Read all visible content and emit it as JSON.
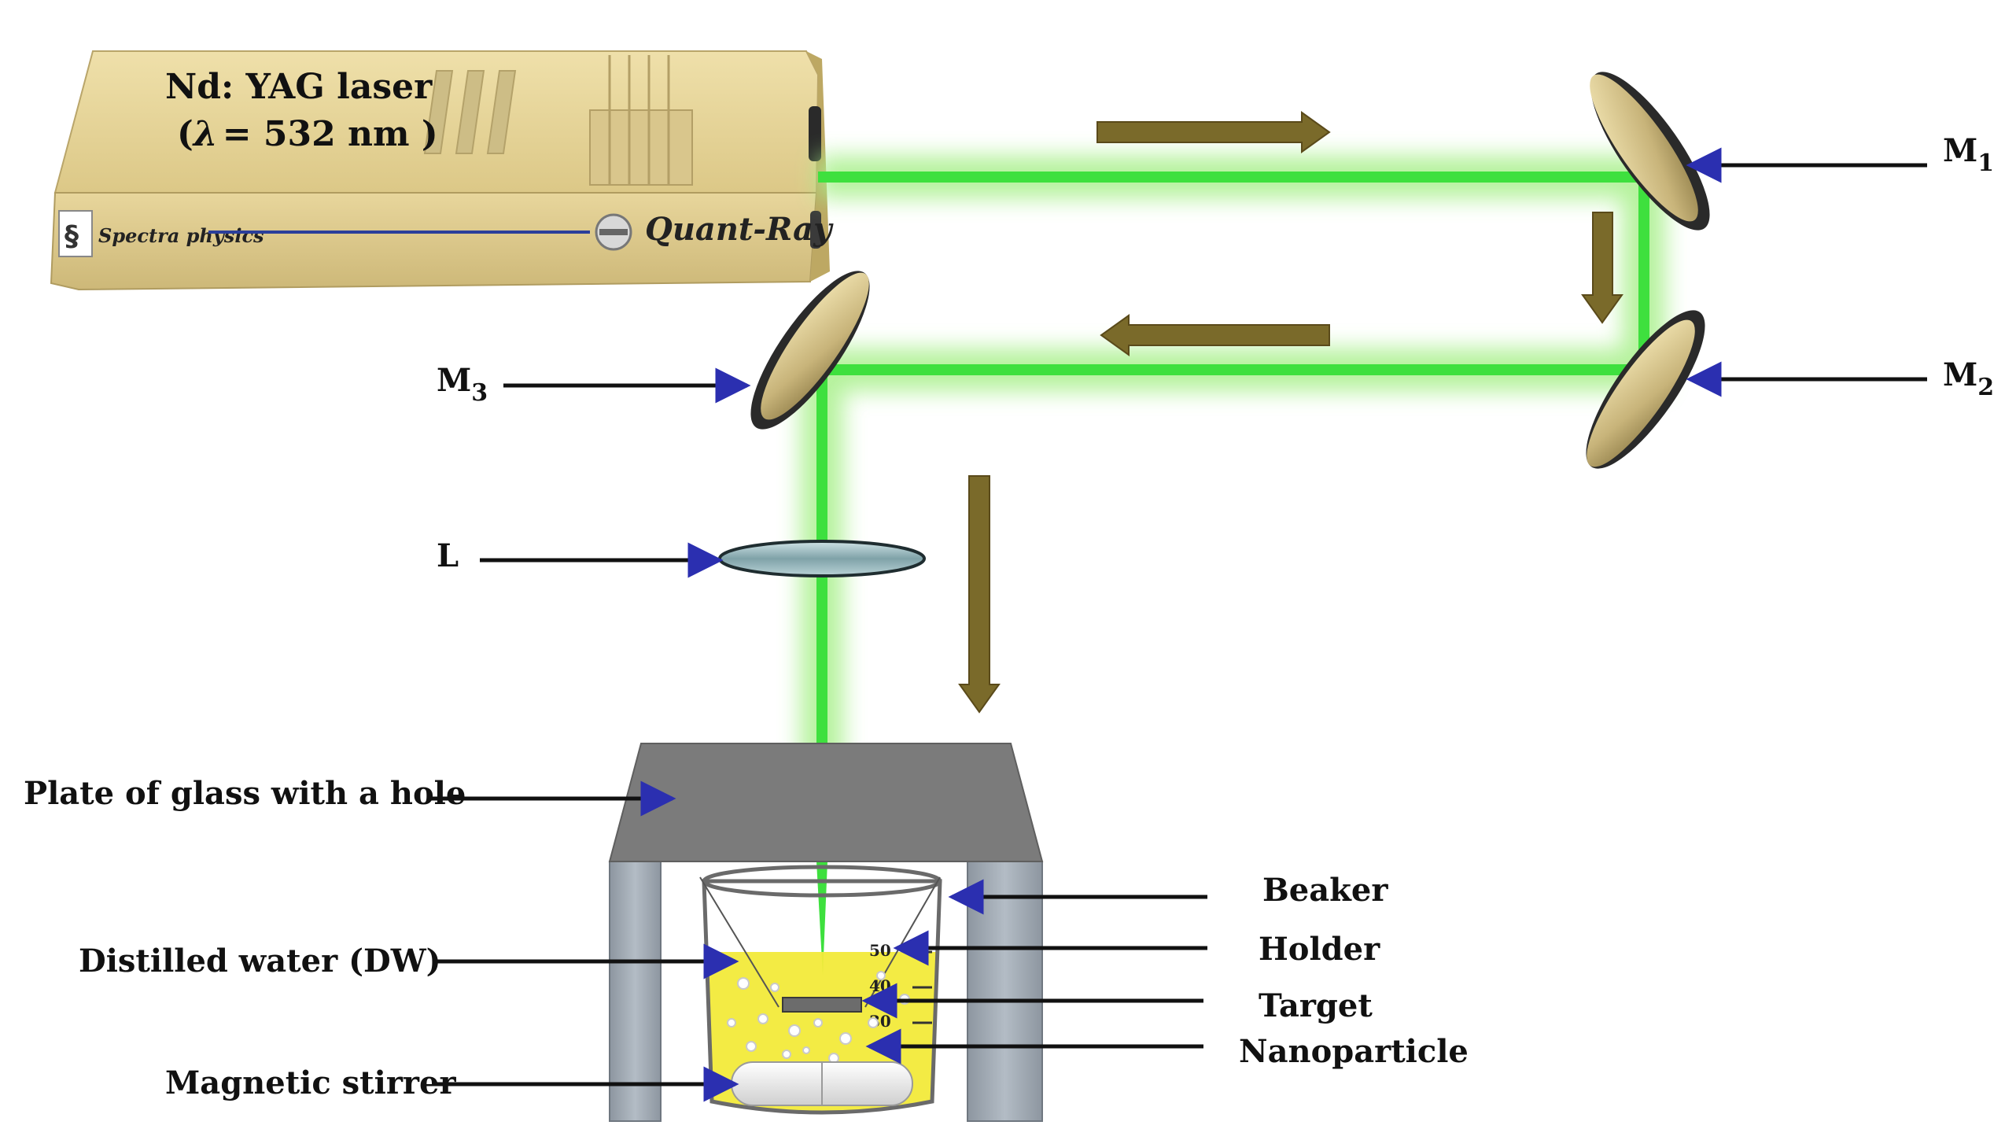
{
  "laser": {
    "name": "Nd: YAG laser",
    "wavelength_lambda": "λ",
    "wavelength_rest": "= 532 nm )",
    "wavelength_open": "(",
    "brand": "Spectra physics",
    "model": "Quant-Ray"
  },
  "labels": {
    "m1": "M",
    "m1_sub": "1",
    "m2": "M",
    "m2_sub": "2",
    "m3": "M",
    "m3_sub": "3",
    "lens": "L",
    "plate": "Plate of glass with a hole",
    "water": "Distilled water (DW)",
    "stirrer": "Magnetic stirrer",
    "beaker": "Beaker",
    "holder": "Holder",
    "target": "Target",
    "nanoparticle": "Nanoparticle"
  },
  "beaker_scale": [
    "50",
    "40",
    "30"
  ],
  "colors": {
    "laser_body": "#e6d49a",
    "beam": "#3ee03e",
    "beam_glow": "#b7f5a0",
    "flow_arrow": "#7a6a2a",
    "pointer_arrow": "#2b2fb0",
    "plate": "#7b7b7b",
    "holder": "#9aa3ad",
    "water": "#f2ea3a"
  }
}
